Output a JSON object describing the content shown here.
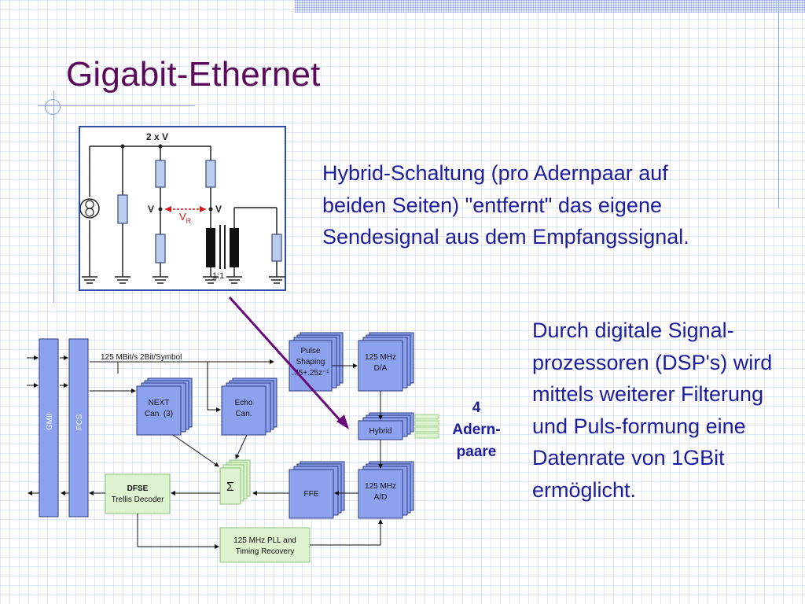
{
  "slide": {
    "title": "Gigabit-Ethernet",
    "paragraph_hybrid": "Hybrid-Schaltung (pro Adernpaar auf beiden Seiten) \"entfernt\" das eigene Sendesignal aus dem Empfangssignal.",
    "paragraph_dsp": "Durch digitale Signal-prozessoren (DSP's) wird mittels weiterer Filterung und Puls-formung eine Datenrate von 1GBit ermöglicht.",
    "pairs_label_line1": "4",
    "pairs_label_line2": "Adern-",
    "pairs_label_line3": "paare"
  },
  "circuit": {
    "supply_label": "2 x V",
    "node_left_label": "V",
    "node_right_label": "V",
    "vr_label": "V",
    "vr_subscript": "R",
    "transformer_ratio": "1:1"
  },
  "block_diagram": {
    "gmii": "GMII",
    "pcs": "PCS",
    "rate_label": "125 MBit/s   2Bit/Symbol",
    "pulse_shaping_line1": "Pulse",
    "pulse_shaping_line2": "Shaping",
    "pulse_shaping_line3": ".75+.25z⁻¹",
    "da_line1": "125 MHz",
    "da_line2": "D/A",
    "next_line1": "NEXT",
    "next_line2": "Can. (3)",
    "echo_line1": "Echo",
    "echo_line2": "Can.",
    "hybrid": "Hybrid",
    "sigma": "Σ",
    "dfse_line1": "DFSE",
    "dfse_line2": "Trellis Decoder",
    "ffe": "FFE",
    "ad_line1": "125 MHz",
    "ad_line2": "A/D",
    "pll_line1": "125 MHz PLL and",
    "pll_line2": "Timing Recovery"
  },
  "colors": {
    "title": "#5b0a5b",
    "body_text": "#1c1c9c",
    "block_fill": "#8da2ee",
    "green_fill": "#dff2cf",
    "connector_arrow": "#6a0a7a"
  }
}
